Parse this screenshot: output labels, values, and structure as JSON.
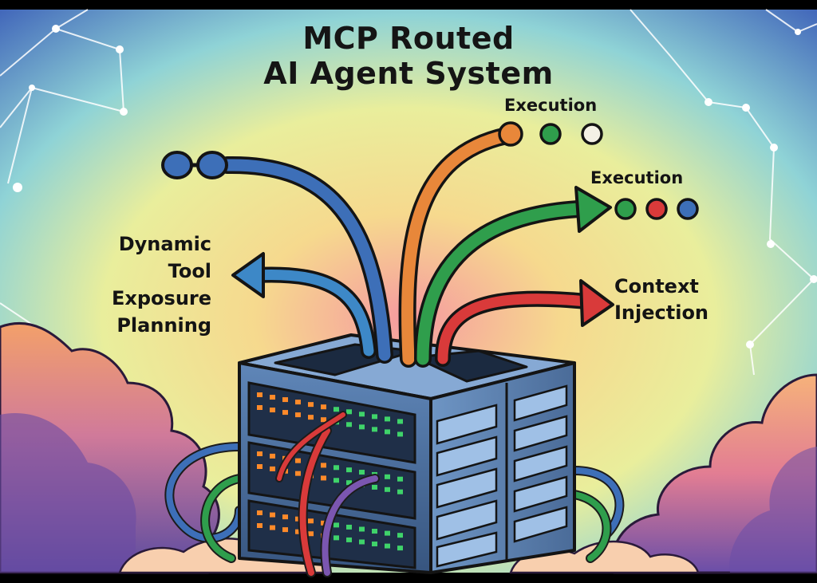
{
  "title": {
    "line1": "MCP Routed",
    "line2": "AI Agent System"
  },
  "labels": {
    "execution_top": "Execution",
    "execution_mid": "Execution",
    "dynamic_lines": [
      "Dynamic",
      "Tool",
      "Exposure",
      "Planning"
    ],
    "context_lines": [
      "Context",
      "Injection"
    ]
  },
  "colors": {
    "blue_cable": "#3d6fb8",
    "orange_cable": "#e8873a",
    "green_cable": "#2f9e4c",
    "red_cable": "#d93a3a",
    "server_body": "#4a6fa0",
    "led_orange": "#ff8a2a",
    "led_green": "#3fd36a"
  },
  "icons": {
    "execution_top_dots": [
      "orange-dot",
      "green-dot",
      "white-dot"
    ],
    "execution_mid_dots": [
      "green-dot",
      "red-dot",
      "blue-dot"
    ],
    "blue_cable_end": "double-blue-dot"
  }
}
